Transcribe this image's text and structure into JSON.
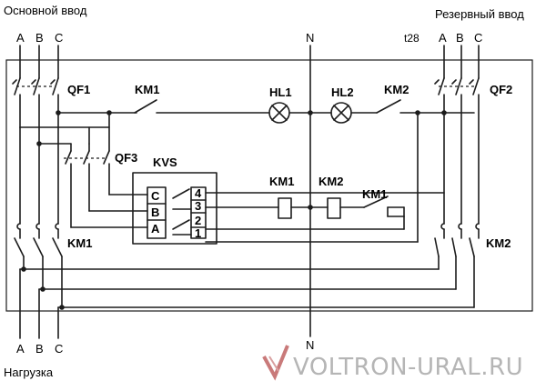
{
  "labels": {
    "main_input": "Основной ввод",
    "reserve_input": "Резервный ввод",
    "load": "Нагрузка",
    "t28": "t28",
    "neutral_top": "N",
    "neutral_bottom": "N",
    "phase_a_left_top": "A",
    "phase_b_left_top": "B",
    "phase_c_left_top": "C",
    "phase_a_right_top": "A",
    "phase_b_right_top": "B",
    "phase_c_right_top": "C",
    "phase_a_bottom": "A",
    "phase_b_bottom": "B",
    "phase_c_bottom": "C"
  },
  "components": {
    "qf1": "QF1",
    "qf2": "QF2",
    "qf3": "QF3",
    "km1_contact": "KM1",
    "km2_contact": "KM2",
    "hl1": "HL1",
    "hl2": "HL2",
    "kvs": "KVS",
    "kvs_c": "C",
    "kvs_b": "B",
    "kvs_a": "A",
    "kvs_4": "4",
    "kvs_3": "3",
    "kvs_2": "2",
    "kvs_1": "1",
    "km1_coil": "KM1",
    "km2_coil": "KM2",
    "km1_interlock": "KM1",
    "km1_main": "KM1",
    "km2_main": "KM2"
  },
  "watermark": {
    "text": "VOLTRON-URAL.RU",
    "logo": "v-logo-icon"
  }
}
